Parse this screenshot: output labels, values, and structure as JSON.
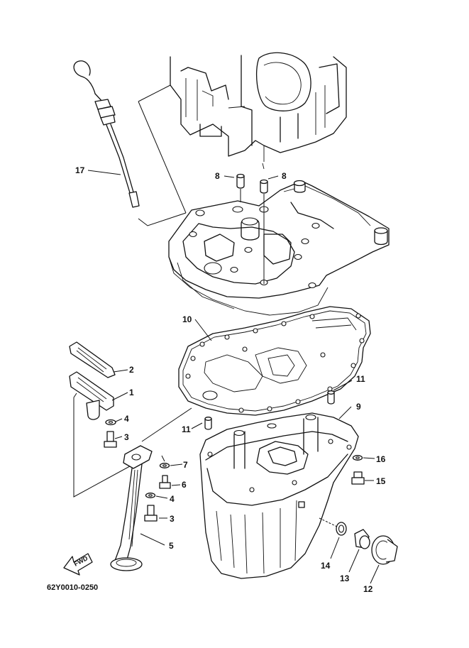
{
  "callouts": {
    "p1": "1",
    "p2": "2",
    "p3a": "3",
    "p3b": "3",
    "p4a": "4",
    "p4b": "4",
    "p5": "5",
    "p7": "7",
    "p6": "6",
    "p8a": "8",
    "p8b": "8",
    "p9": "9",
    "p10": "10",
    "p11a": "11",
    "p11b": "11",
    "p12": "12",
    "p13": "13",
    "p14": "14",
    "p15": "15",
    "p16": "16",
    "p17": "17"
  },
  "fwd_label": "FWD",
  "diagram_code": "62Y0010-0250"
}
